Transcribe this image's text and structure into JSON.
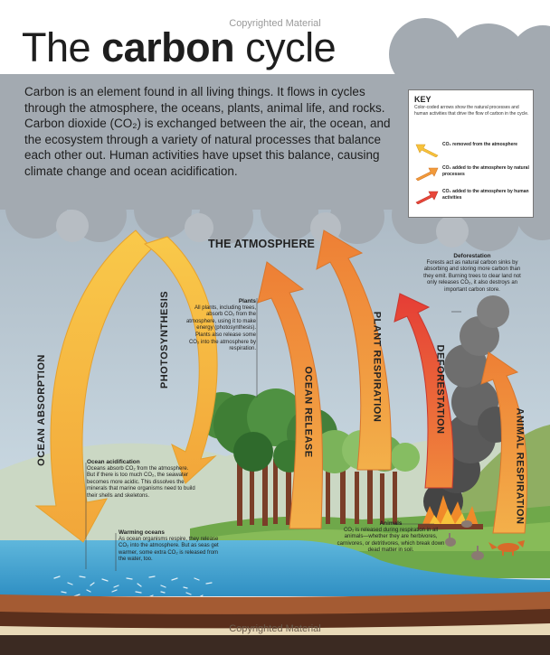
{
  "watermark": {
    "top": "Copyrighted Material",
    "bottom": "Copyrighted Material"
  },
  "title": {
    "prefix": "The",
    "bold": "carbon",
    "suffix": "cycle"
  },
  "intro": "Carbon is an element found in all living things. It flows in cycles through the atmosphere, the oceans, plants, animal life, and rocks. Carbon dioxide (CO₂) is exchanged between the air, the ocean, and the ecosystem through a variety of natural processes that balance each other out. Human activities have upset this balance, causing climate change and ocean acidification.",
  "key": {
    "title": "KEY",
    "description": "Color-coded arrows show the natural processes and human activities that drive the flow of carbon in the cycle.",
    "items": [
      {
        "label": "CO₂ removed from the atmosphere",
        "color": "#f7c23b"
      },
      {
        "label": "CO₂ added to the atmosphere by natural processes",
        "color": "#f29a3a"
      },
      {
        "label": "CO₂ added to the atmosphere by human activities",
        "color": "#e8463a"
      }
    ]
  },
  "atmosphere_label": "THE ATMOSPHERE",
  "arrows": {
    "ocean_absorption": "OCEAN ABSORPTION",
    "photosynthesis": "PHOTOSYNTHESIS",
    "ocean_release": "OCEAN RELEASE",
    "plant_respiration": "PLANT RESPIRATION",
    "deforestation": "DEFORESTATION",
    "animal_respiration": "ANIMAL RESPIRATION"
  },
  "notes": {
    "plants": {
      "title": "Plants",
      "text": "All plants, including trees, absorb CO₂ from the atmosphere, using it to make energy (photosynthesis). Plants also release some CO₂ into the atmosphere by respiration."
    },
    "deforestation": {
      "title": "Deforestation",
      "text": "Forests act as natural carbon sinks by absorbing and storing more carbon than they emit. Burning trees to clear land not only releases CO₂, it also destroys an important carbon store."
    },
    "ocean_acidification": {
      "title": "Ocean acidification",
      "text": "Oceans absorb CO₂ from the atmosphere. But if there is too much CO₂, the seawater becomes more acidic. This dissolves the minerals that marine organisms need to build their shells and skeletons."
    },
    "warming_oceans": {
      "title": "Warming oceans",
      "text": "As ocean organisms respire, they release CO₂ into the atmosphere. But as seas get warmer, some extra CO₂ is released from the water, too."
    },
    "animals": {
      "title": "Animals",
      "text": "CO₂ is released during respiration in all animals—whether they are herbivores, carnivores, or detritivores, which break down dead matter in soil."
    }
  }
}
